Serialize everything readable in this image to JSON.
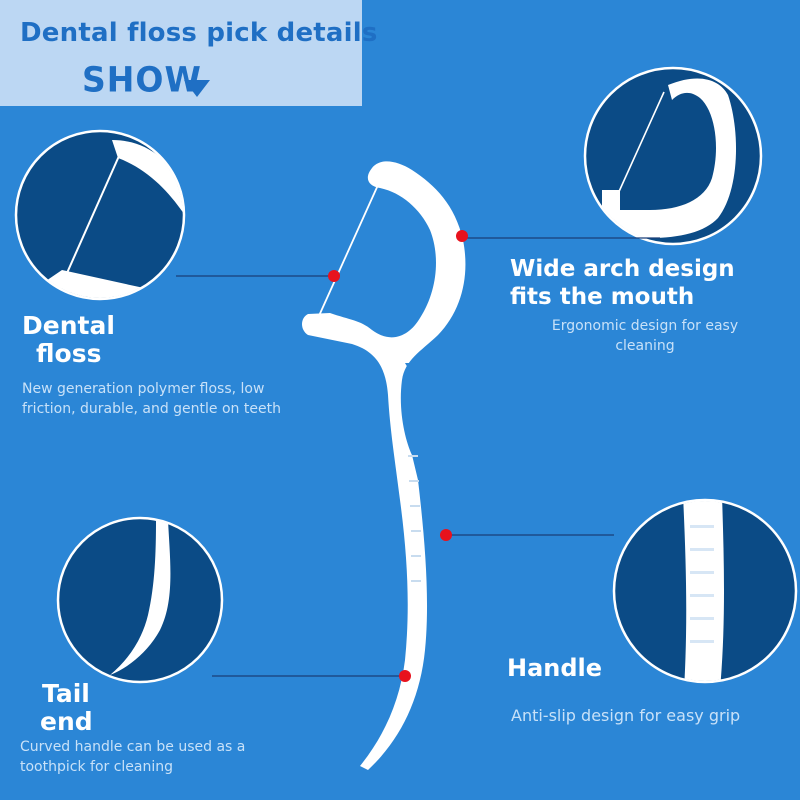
{
  "header": {
    "title": "Dental floss pick details",
    "show_label": "SHOW"
  },
  "colors": {
    "background": "#2b86d6",
    "circle_fill": "#0b4b86",
    "header_box": "#bcd7f3",
    "accent_text": "#1f6fc4",
    "marker_red": "#e8121d",
    "pick_white": "#ffffff"
  },
  "features": {
    "dental_floss": {
      "title_line1": "Dental",
      "title_line2": "floss",
      "desc_line1": "New generation polymer floss, low",
      "desc_line2": "friction, durable, and gentle on teeth"
    },
    "wide_arch": {
      "title_line1": "Wide arch design",
      "title_line2": "fits the mouth",
      "desc_line1": "Ergonomic design for easy",
      "desc_line2": "cleaning"
    },
    "tail_end": {
      "title_line1": "Tail",
      "title_line2": "end",
      "desc_line1": "Curved handle can be used as a",
      "desc_line2": "toothpick for cleaning"
    },
    "handle": {
      "title": "Handle",
      "desc": "Anti-slip design for easy grip"
    }
  }
}
